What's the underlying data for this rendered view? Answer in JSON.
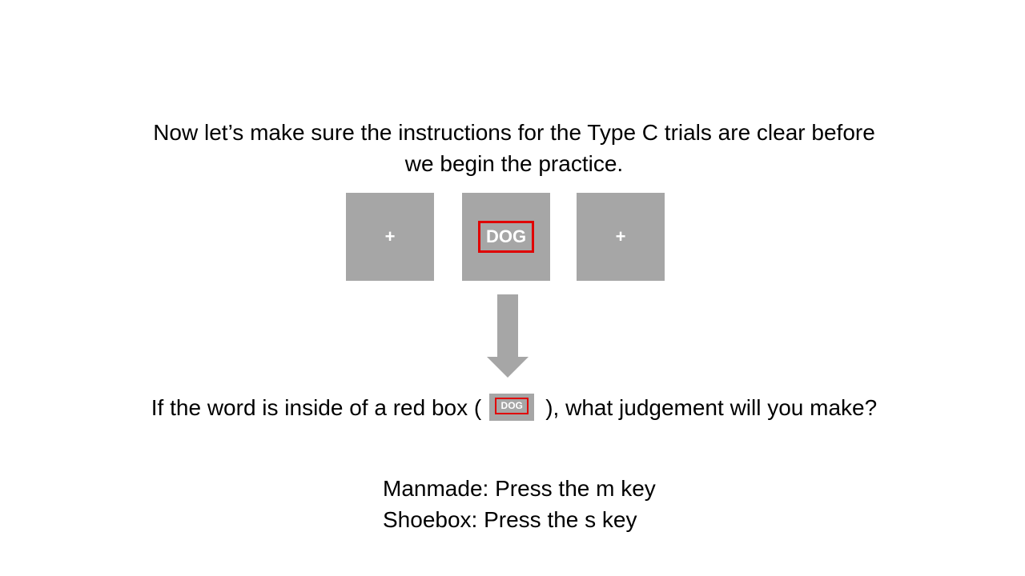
{
  "intro": {
    "line1": "Now let’s make sure the instructions for the Type C trials are clear before",
    "line2": "we begin the practice."
  },
  "sequence": {
    "tiles": [
      {
        "text": "+"
      },
      {
        "text": "DOG",
        "framed": true,
        "frame_color": "#e00000"
      },
      {
        "text": "+"
      }
    ],
    "tile_color": "#a6a6a6"
  },
  "arrow": {
    "direction": "down",
    "color": "#a6a6a6"
  },
  "question": {
    "before": "If the word is inside of a red box (",
    "example_word": "DOG",
    "after": "), what judgement will you make?"
  },
  "keys": [
    {
      "label": "Manmade: Press the m key"
    },
    {
      "label": "Shoebox: Press the s key"
    }
  ]
}
